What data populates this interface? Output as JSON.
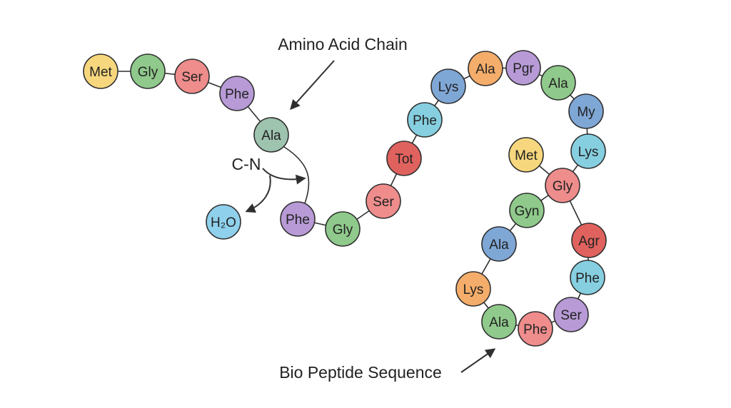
{
  "labels": {
    "amino_acid_chain": "Amino Acid Chain",
    "bio_peptide_sequence": "Bio Peptide Sequence",
    "bond_label": "C-N",
    "water_label": "H₂O"
  },
  "colors": {
    "yellow": "#f6d77d",
    "green": "#8fc98b",
    "red": "#ef8c8c",
    "purple": "#b79ad6",
    "sage": "#9ec3ae",
    "cyan": "#86cfe0",
    "orange": "#f4ad6a",
    "blue": "#7fa7d6",
    "darkred": "#e0625e",
    "lightblue": "#8fd0ec",
    "outline": "#2f2f2f"
  },
  "residues": [
    {
      "id": "r1",
      "label": "Met",
      "color": "yellow"
    },
    {
      "id": "r2",
      "label": "Gly",
      "color": "green"
    },
    {
      "id": "r3",
      "label": "Ser",
      "color": "red"
    },
    {
      "id": "r4",
      "label": "Phe",
      "color": "purple"
    },
    {
      "id": "r5",
      "label": "Ala",
      "color": "sage"
    },
    {
      "id": "r6",
      "label": "Phe",
      "color": "purple"
    },
    {
      "id": "r7",
      "label": "Gly",
      "color": "green"
    },
    {
      "id": "r8",
      "label": "Ser",
      "color": "red"
    },
    {
      "id": "r9",
      "label": "Tot",
      "color": "darkred"
    },
    {
      "id": "r10",
      "label": "Phe",
      "color": "cyan"
    },
    {
      "id": "r11",
      "label": "Lys",
      "color": "blue"
    },
    {
      "id": "r12",
      "label": "Ala",
      "color": "orange"
    },
    {
      "id": "r13",
      "label": "Pgr",
      "color": "purple"
    },
    {
      "id": "r14",
      "label": "Ala",
      "color": "green"
    },
    {
      "id": "r15",
      "label": "My",
      "color": "blue"
    },
    {
      "id": "r16",
      "label": "Lys",
      "color": "cyan"
    },
    {
      "id": "r17",
      "label": "Gly",
      "color": "red"
    },
    {
      "id": "r18",
      "label": "Agr",
      "color": "darkred"
    },
    {
      "id": "r19",
      "label": "Phe",
      "color": "cyan"
    },
    {
      "id": "r20",
      "label": "Ser",
      "color": "purple"
    },
    {
      "id": "r21",
      "label": "Phe",
      "color": "red"
    },
    {
      "id": "r22",
      "label": "Ala",
      "color": "green"
    },
    {
      "id": "r23",
      "label": "Lys",
      "color": "orange"
    },
    {
      "id": "r24",
      "label": "Ala",
      "color": "blue"
    },
    {
      "id": "r25",
      "label": "Gyn",
      "color": "green"
    },
    {
      "id": "r26",
      "label": "Met",
      "color": "yellow"
    },
    {
      "id": "r27",
      "label": "H₂O",
      "color": "lightblue"
    }
  ]
}
